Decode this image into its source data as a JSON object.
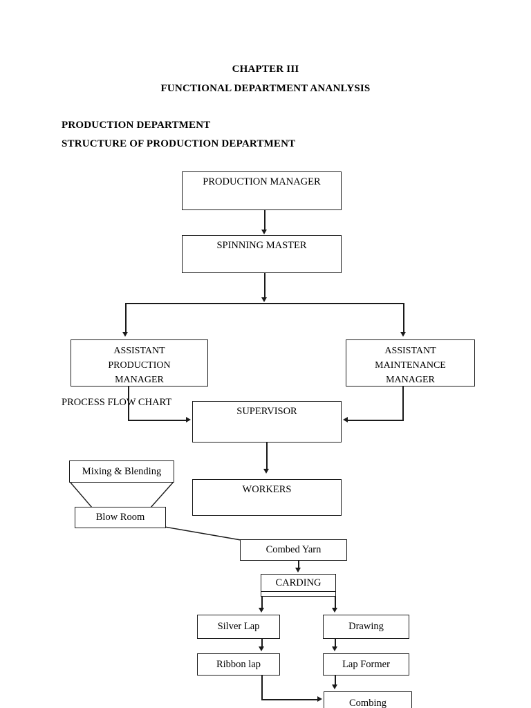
{
  "document": {
    "chapter_title": "CHAPTER III",
    "subtitle": "FUNCTIONAL DEPARTMENT ANANLYSIS",
    "section_heading_1": "PRODUCTION DEPARTMENT",
    "section_heading_2": "STRUCTURE OF PRODUCTION DEPARTMENT",
    "process_flow_label": "PROCESS FLOW CHART"
  },
  "org_chart": {
    "nodes": [
      {
        "id": "production-manager",
        "label": "PRODUCTION MANAGER"
      },
      {
        "id": "spinning-master",
        "label": "SPINNING MASTER"
      },
      {
        "id": "assistant-production-manager",
        "lines": [
          "ASSISTANT",
          "PRODUCTION",
          "MANAGER"
        ]
      },
      {
        "id": "assistant-maintenance-manager",
        "lines": [
          "ASSISTANT",
          "MAINTENANCE",
          "MANAGER"
        ]
      },
      {
        "id": "supervisor",
        "label": "SUPERVISOR"
      },
      {
        "id": "workers",
        "label": "WORKERS"
      }
    ]
  },
  "process_chart": {
    "nodes": [
      {
        "id": "mixing-blending",
        "label": "Mixing & Blending"
      },
      {
        "id": "blow-room",
        "label": "Blow Room"
      },
      {
        "id": "combed-yarn",
        "label": "Combed Yarn"
      },
      {
        "id": "carding",
        "label": "CARDING"
      },
      {
        "id": "silver-lap",
        "label": "Silver Lap"
      },
      {
        "id": "drawing",
        "label": "Drawing"
      },
      {
        "id": "ribbon-lap",
        "label": "Ribbon lap"
      },
      {
        "id": "lap-former",
        "label": "Lap Former"
      },
      {
        "id": "combing",
        "label": "Combing"
      }
    ]
  },
  "style": {
    "ink": "#1a1a1a",
    "page_background": "#ffffff"
  }
}
